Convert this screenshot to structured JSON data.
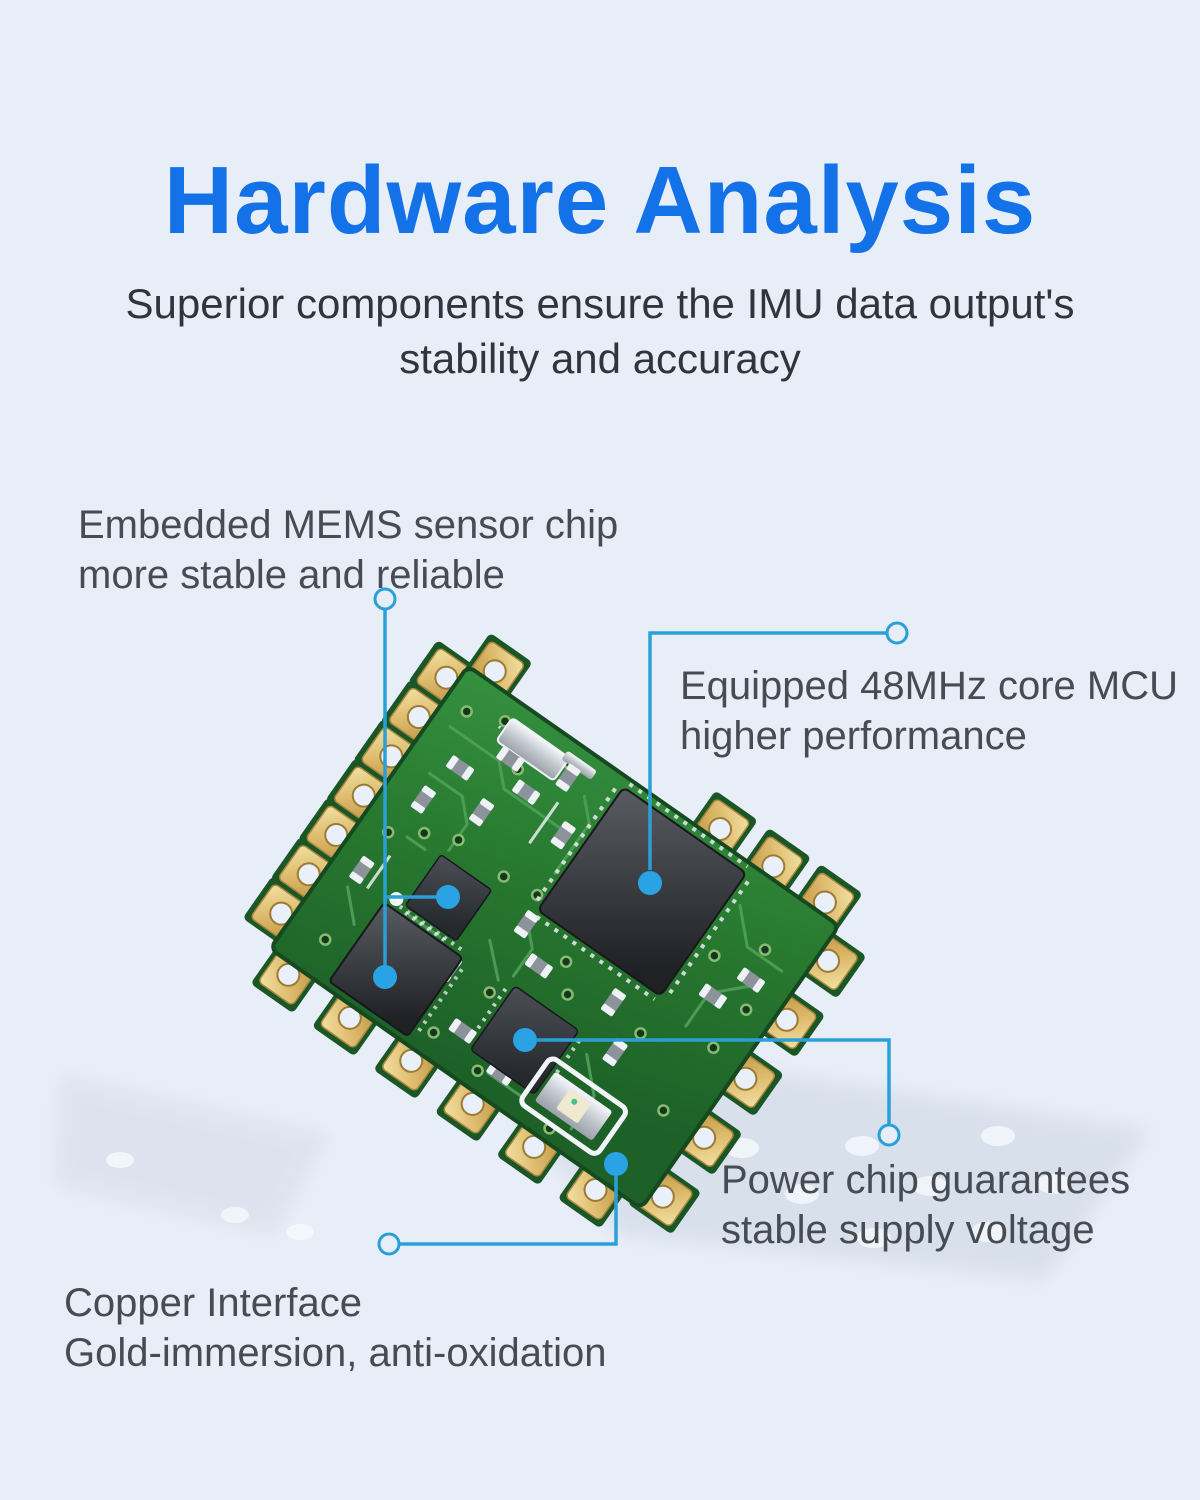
{
  "header": {
    "title": "Hardware Analysis",
    "subtitle_line1": "Superior components ensure the IMU data output's",
    "subtitle_line2": "stability and accuracy"
  },
  "callouts": {
    "mems": {
      "line1": "Embedded MEMS sensor chip",
      "line2": "more stable and reliable"
    },
    "mcu": {
      "line1": "Equipped 48MHz core MCU",
      "line2": "higher performance"
    },
    "power": {
      "line1": "Power chip guarantees",
      "line2": "stable supply voltage"
    },
    "copper": {
      "line1": "Copper Interface",
      "line2": "Gold-immersion, anti-oxidation"
    }
  },
  "colors": {
    "background": "#e8eef8",
    "title_blue": "#1372e8",
    "body_text": "#30353b",
    "callout_text": "#474c53",
    "callout_line_blue": "#2a9fd8",
    "callout_dot_blue": "#29a3e3",
    "pcb_green": "#2a7d35",
    "pcb_edge_green": "#1b5726",
    "pad_gold": "#d6b15f",
    "chip_dark": "#2b2e33"
  },
  "board": {
    "description": "Green IMU module PCB rotated, castellated gold pads, MCU, MEMS sensors, power chip, LED component"
  }
}
